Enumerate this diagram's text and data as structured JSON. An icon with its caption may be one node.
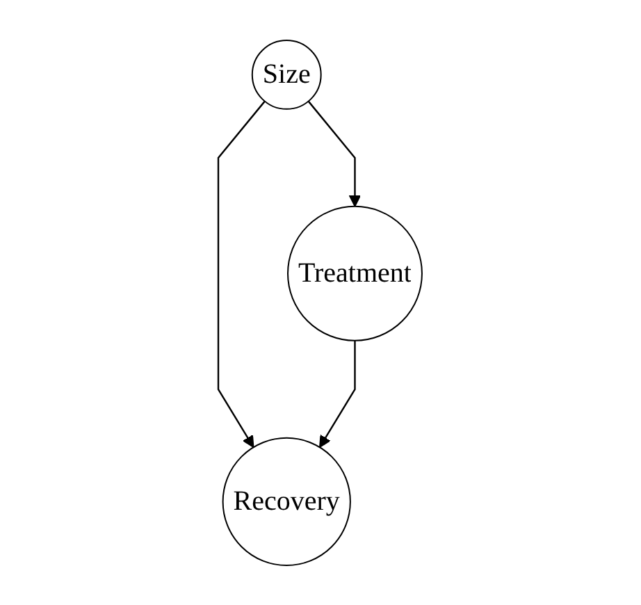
{
  "diagram": {
    "nodes": [
      {
        "text": [
          "Size"
        ]
      },
      {
        "text": [
          "Treatment"
        ]
      },
      {
        "text": [
          "Recovery"
        ]
      }
    ],
    "edges": [
      {
        "from": 0,
        "to": 1,
        "arrow": "to"
      },
      {
        "from": 0,
        "to": 2,
        "arrow": "to"
      },
      {
        "from": 1,
        "to": 2,
        "arrow": "to"
      }
    ]
  }
}
